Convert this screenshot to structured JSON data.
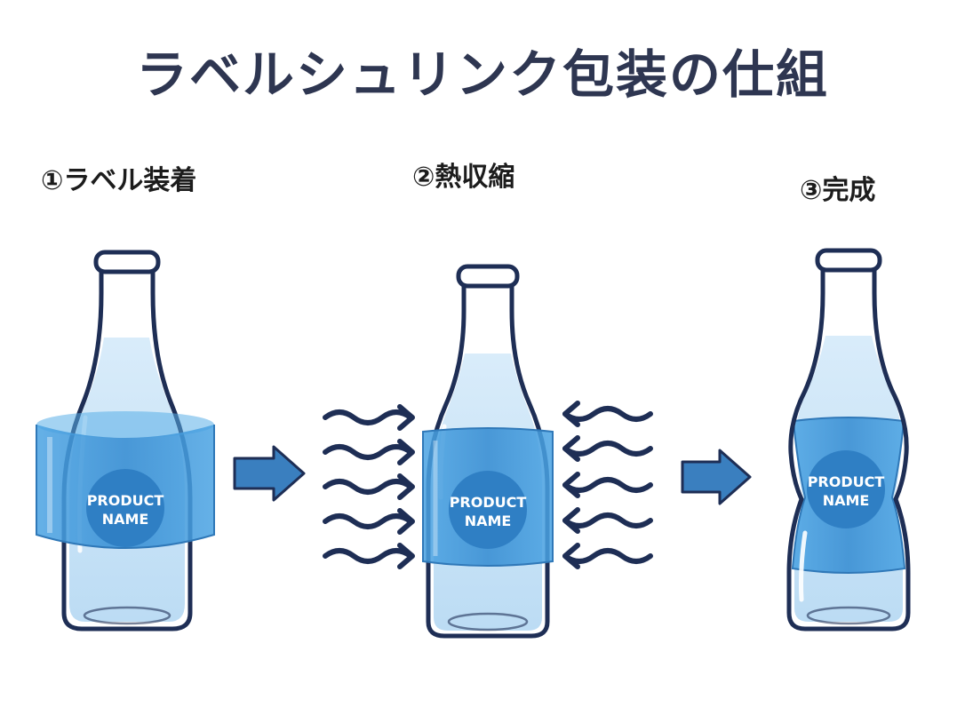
{
  "title": "ラベルシュリンク包装の仕組",
  "steps": [
    {
      "label": "①ラベル装着"
    },
    {
      "label": "②熱収縮"
    },
    {
      "label": "③完成"
    }
  ],
  "label_text": {
    "line1": "PRODUCT",
    "line2": "NAME"
  },
  "colors": {
    "title": "#2e3651",
    "outline": "#1e2e55",
    "label_blue": "#3a92d6",
    "liquid": "#cfe6f8",
    "arrow": "#3a7fbf"
  },
  "icons": {
    "flow_arrow": "right-arrow-icon",
    "heat_waves": "wavy-arrow-icon"
  }
}
